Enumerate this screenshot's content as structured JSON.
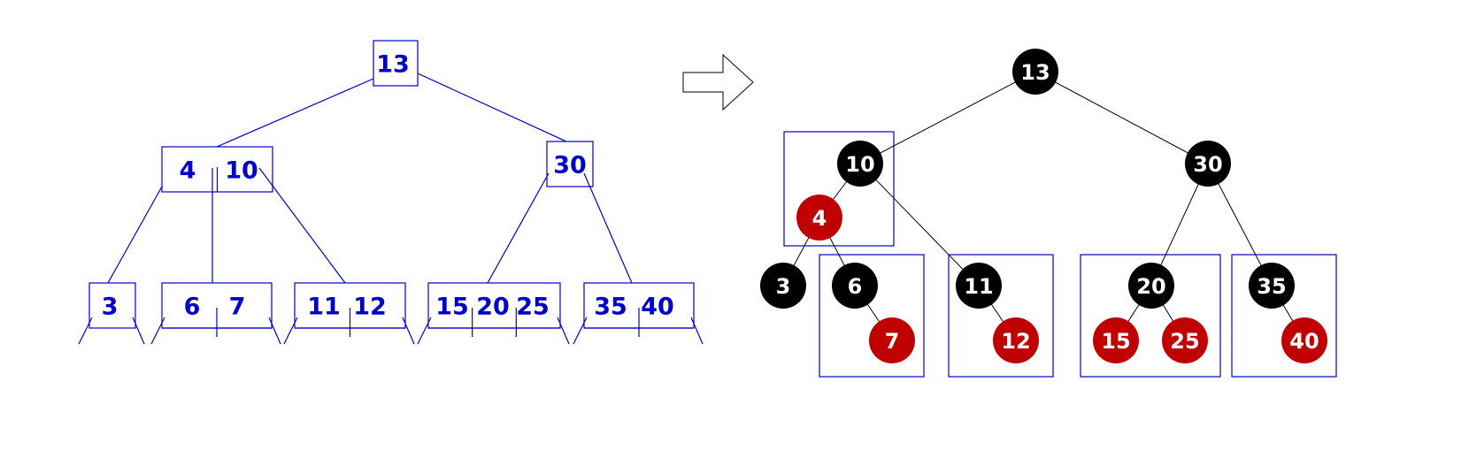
{
  "colors": {
    "btree": "#0000c8",
    "edge": "#000000",
    "black_node": "#000000",
    "red_node": "#c00000",
    "node_text": "#ffffff",
    "group_box": "#0000c8"
  },
  "arrow_icon": "right-arrow-icon",
  "btree": {
    "nodes": [
      {
        "id": "root",
        "keys": [
          "13"
        ]
      },
      {
        "id": "n-4-10",
        "keys": [
          "4",
          "10"
        ]
      },
      {
        "id": "n-30",
        "keys": [
          "30"
        ]
      },
      {
        "id": "n-3",
        "keys": [
          "3"
        ]
      },
      {
        "id": "n-6-7",
        "keys": [
          "6",
          "7"
        ]
      },
      {
        "id": "n-11-12",
        "keys": [
          "11",
          "12"
        ]
      },
      {
        "id": "n-15-20-25",
        "keys": [
          "15",
          "20",
          "25"
        ]
      },
      {
        "id": "n-35-40",
        "keys": [
          "35",
          "40"
        ]
      }
    ],
    "edges": [
      [
        "root",
        "n-4-10"
      ],
      [
        "root",
        "n-30"
      ],
      [
        "n-4-10",
        "n-3"
      ],
      [
        "n-4-10",
        "n-6-7"
      ],
      [
        "n-4-10",
        "n-11-12"
      ],
      [
        "n-30",
        "n-15-20-25"
      ],
      [
        "n-30",
        "n-35-40"
      ]
    ]
  },
  "rbtree": {
    "nodes": [
      {
        "key": "13",
        "color": "black"
      },
      {
        "key": "10",
        "color": "black"
      },
      {
        "key": "30",
        "color": "black"
      },
      {
        "key": "4",
        "color": "red"
      },
      {
        "key": "3",
        "color": "black"
      },
      {
        "key": "6",
        "color": "black"
      },
      {
        "key": "7",
        "color": "red"
      },
      {
        "key": "11",
        "color": "black"
      },
      {
        "key": "12",
        "color": "red"
      },
      {
        "key": "20",
        "color": "black"
      },
      {
        "key": "15",
        "color": "red"
      },
      {
        "key": "25",
        "color": "red"
      },
      {
        "key": "35",
        "color": "black"
      },
      {
        "key": "40",
        "color": "red"
      }
    ],
    "edges": [
      [
        "13",
        "10"
      ],
      [
        "13",
        "30"
      ],
      [
        "10",
        "4"
      ],
      [
        "10",
        "11"
      ],
      [
        "4",
        "3"
      ],
      [
        "4",
        "6"
      ],
      [
        "6",
        "7"
      ],
      [
        "11",
        "12"
      ],
      [
        "30",
        "20"
      ],
      [
        "30",
        "35"
      ],
      [
        "20",
        "15"
      ],
      [
        "20",
        "25"
      ],
      [
        "35",
        "40"
      ]
    ],
    "groups": [
      [
        "10",
        "4"
      ],
      [
        "6",
        "7"
      ],
      [
        "11",
        "12"
      ],
      [
        "20",
        "15",
        "25"
      ],
      [
        "35",
        "40"
      ]
    ]
  }
}
